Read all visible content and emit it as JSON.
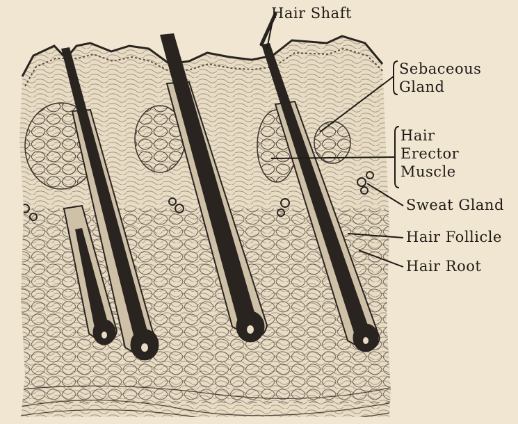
{
  "labels": {
    "hair_shaft": "Hair Shaft",
    "sebaceous_gland": [
      "Sebaceous",
      "Gland"
    ],
    "hair_erector_muscle": [
      "Hair",
      "Erector",
      "Muscle"
    ],
    "sweat_gland": "Sweat Gland",
    "hair_follicle": "Hair Follicle",
    "hair_root": "Hair Root"
  },
  "colors": {
    "paper": "#f1e6d2",
    "ink": "#1f1a15",
    "hair": "#2a2420",
    "tissue": "#e8dcc4"
  }
}
